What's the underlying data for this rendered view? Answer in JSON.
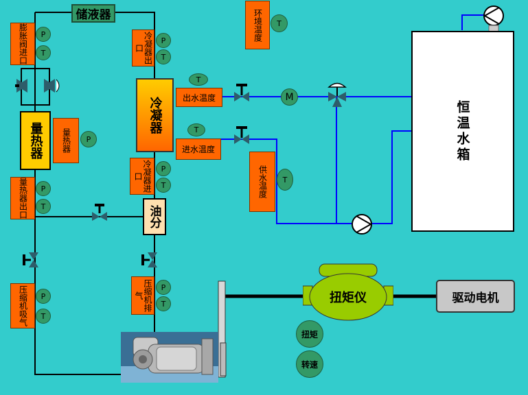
{
  "components": {
    "receiver": "储液器",
    "condenser": "冷凝器",
    "evaporator": "量热器",
    "oil_separator": "油分",
    "torque_meter": "扭矩仪",
    "drive_motor": "驱动电机",
    "water_tank": "恒温水箱"
  },
  "labels": {
    "expansion_valve_inlet": "膨胀阀进口",
    "condenser_outlet": "冷凝器出口",
    "condenser_inlet": "冷凝器进口",
    "evaporator_side": "量热器",
    "evaporator_outlet": "量热器出口",
    "compressor_suction": "压缩机吸气",
    "compressor_discharge": "压缩机排气",
    "outlet_water_temp": "出水温度",
    "inlet_water_temp": "进水温度",
    "supply_water_temp": "供水温度",
    "ambient_temp": "环境温度",
    "torque": "扭矩",
    "speed": "转速"
  },
  "symbols": {
    "pressure": "P",
    "temperature": "T",
    "motor": "M"
  },
  "colors": {
    "background": "#33cccc",
    "refrigerant_pipe": "#000000",
    "water_pipe": "#0000ff",
    "sensor_label": "#ff6600",
    "gauge": "#339966",
    "torque_meter": "#99cc00"
  }
}
